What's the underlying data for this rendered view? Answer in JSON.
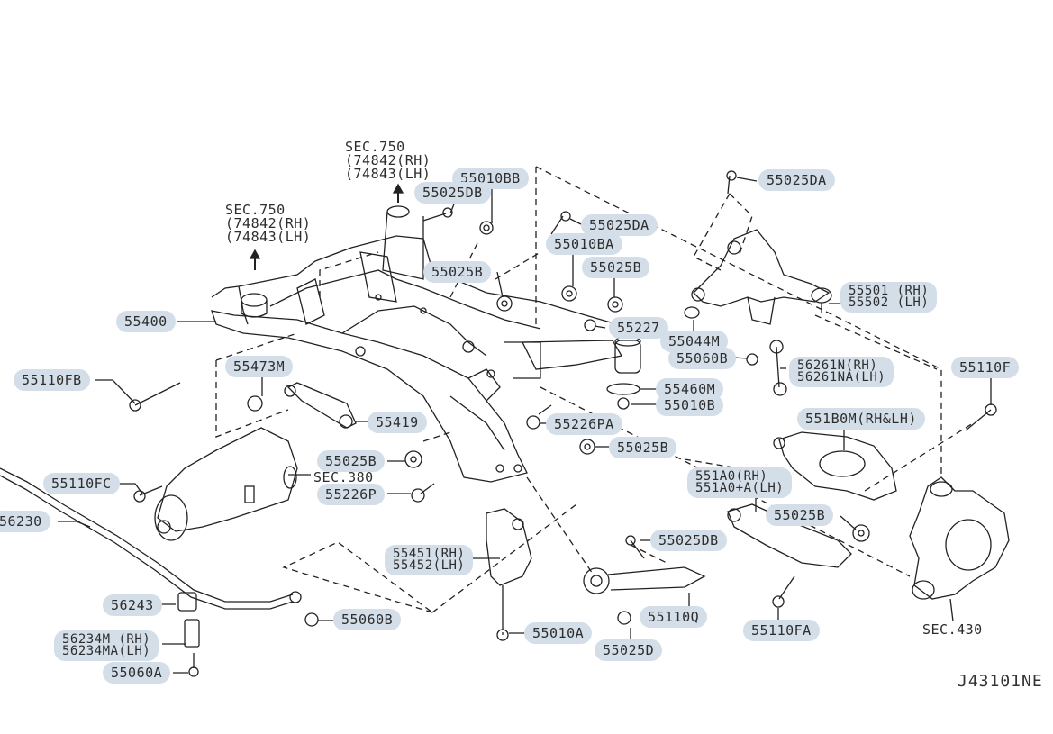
{
  "diagram": {
    "title": "Rear suspension member exploded parts diagram",
    "figure_code": "J43101NE",
    "section_refs": [
      {
        "id": "sec750a",
        "text": "SEC.750\n(74842(RH)\n(74843(LH)"
      },
      {
        "id": "sec750b",
        "text": "SEC.750\n(74842(RH)\n(74843(LH)"
      },
      {
        "id": "sec380",
        "text": "SEC.380"
      },
      {
        "id": "sec430",
        "text": "SEC.430"
      }
    ],
    "callouts": [
      {
        "id": "55010BB",
        "text": "55010BB"
      },
      {
        "id": "55025DB_top",
        "text": "55025DB"
      },
      {
        "id": "55025DA_left",
        "text": "55025DA"
      },
      {
        "id": "55025DA_right",
        "text": "55025DA"
      },
      {
        "id": "55010BA",
        "text": "55010BA"
      },
      {
        "id": "55025B_mid",
        "text": "55025B"
      },
      {
        "id": "55025B_left",
        "text": "55025B"
      },
      {
        "id": "55227",
        "text": "55227"
      },
      {
        "id": "55400",
        "text": "55400"
      },
      {
        "id": "55501",
        "text": "55501 (RH)\n55502 (LH)"
      },
      {
        "id": "55044M",
        "text": "55044M"
      },
      {
        "id": "55060B_top",
        "text": "55060B"
      },
      {
        "id": "56261N",
        "text": "56261N(RH)\n56261NA(LH)"
      },
      {
        "id": "55110F",
        "text": "55110F"
      },
      {
        "id": "55110FB",
        "text": "55110FB"
      },
      {
        "id": "55473M",
        "text": "55473M"
      },
      {
        "id": "55460M",
        "text": "55460M"
      },
      {
        "id": "55010B",
        "text": "55010B"
      },
      {
        "id": "55419",
        "text": "55419"
      },
      {
        "id": "55226PA",
        "text": "55226PA"
      },
      {
        "id": "551B0M",
        "text": "551B0M(RH&LH)"
      },
      {
        "id": "55025B_low",
        "text": "55025B"
      },
      {
        "id": "55025B_frame",
        "text": "55025B"
      },
      {
        "id": "551A0",
        "text": "551A0(RH)\n551A0+A(LH)"
      },
      {
        "id": "55110FC",
        "text": "55110FC"
      },
      {
        "id": "55226P",
        "text": "55226P"
      },
      {
        "id": "56230",
        "text": "56230"
      },
      {
        "id": "55025B_right",
        "text": "55025B"
      },
      {
        "id": "55451",
        "text": "55451(RH)\n55452(LH)"
      },
      {
        "id": "55025DB_low",
        "text": "55025DB"
      },
      {
        "id": "56243",
        "text": "56243"
      },
      {
        "id": "55060B_low",
        "text": "55060B"
      },
      {
        "id": "55110Q",
        "text": "55110Q"
      },
      {
        "id": "55110FA",
        "text": "55110FA"
      },
      {
        "id": "56234M",
        "text": "56234M (RH)\n56234MA(LH)"
      },
      {
        "id": "55010A",
        "text": "55010A"
      },
      {
        "id": "55025D",
        "text": "55025D"
      },
      {
        "id": "55060A",
        "text": "55060A"
      }
    ]
  }
}
